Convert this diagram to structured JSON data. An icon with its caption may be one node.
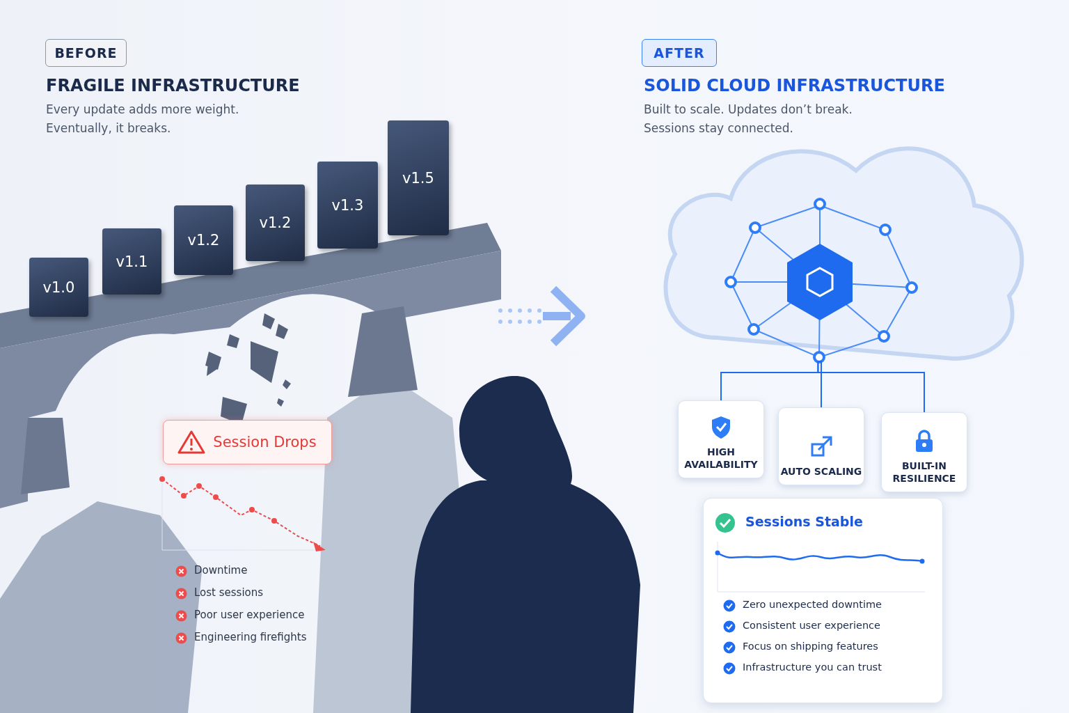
{
  "diagram": {
    "nodes": [
      {
        "text": [
          "BEFORE"
        ]
      },
      {
        "text": [
          "v1.0"
        ]
      },
      {
        "text": [
          "v1.1"
        ]
      },
      {
        "text": [
          "v1.2"
        ]
      },
      {
        "text": [
          "v1.2"
        ]
      },
      {
        "text": [
          "v1.3"
        ]
      },
      {
        "text": [
          "v1.5"
        ]
      },
      {
        "text": [
          "Session Drops"
        ]
      },
      {
        "text": [
          "AFTER"
        ]
      },
      {
        "text": [],
        "shape": "cloud"
      },
      {
        "text": [
          "HIGH AVAILABILITY"
        ]
      },
      {
        "text": [
          "AUTO SCALING"
        ]
      },
      {
        "text": [
          "BUILT-IN RESILIENCE"
        ]
      },
      {
        "text": [
          "Sessions Stable",
          "Zero unexpected downtime",
          "Consistent user experience",
          "Focus on shipping features",
          "Infrastructure you can trust"
        ]
      },
      {
        "text": [],
        "shape": "person"
      }
    ],
    "edges": [
      {
        "from": 9,
        "to": 10,
        "arrow": "none"
      },
      {
        "from": 9,
        "to": 11,
        "arrow": "none"
      },
      {
        "from": 9,
        "to": 12,
        "arrow": "none"
      }
    ],
    "labels": [
      "FRAGILE INFRASTRUCTURE",
      "Every update adds more weight. Eventually, it breaks.",
      "SOLID CLOUD INFRASTRUCTURE",
      "Built to scale. Updates don’t break. Sessions stay connected.",
      "Downtime",
      "Lost sessions",
      "Poor user experience",
      "Engineering firefights"
    ]
  }
}
